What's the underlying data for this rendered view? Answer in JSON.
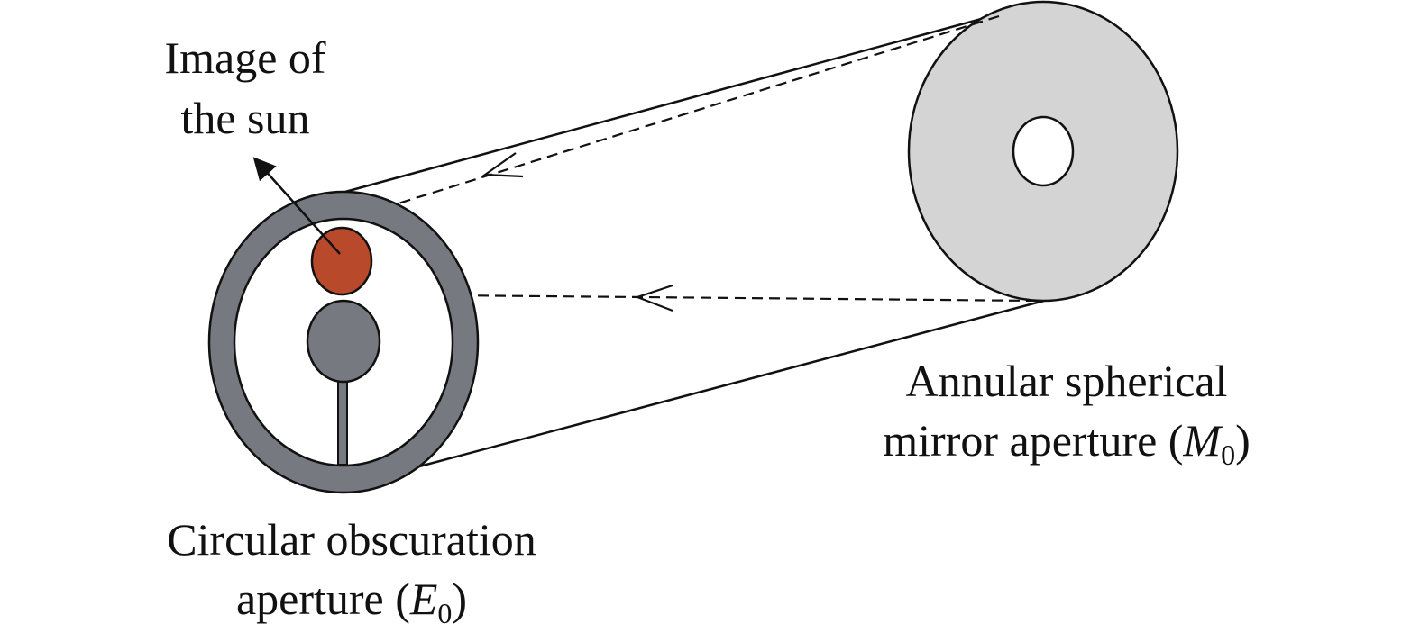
{
  "labels": {
    "sun_image": {
      "line1": "Image of",
      "line2": "the sun"
    },
    "mirror": {
      "line1": "Annular spherical",
      "line2_prefix": "mirror aperture (",
      "symbol": "M",
      "subscript": "0",
      "suffix": ")"
    },
    "obscuration": {
      "line1": "Circular obscuration",
      "line2_prefix": "aperture (",
      "symbol": "E",
      "subscript": "0",
      "suffix": ")"
    }
  },
  "colors": {
    "obscuration_ring": "#76797f",
    "obscuration_disk": "#76797f",
    "mirror_fill": "#d4d4d4",
    "sun_image": "#b8492a",
    "line": "#111111",
    "background": "#ffffff"
  }
}
